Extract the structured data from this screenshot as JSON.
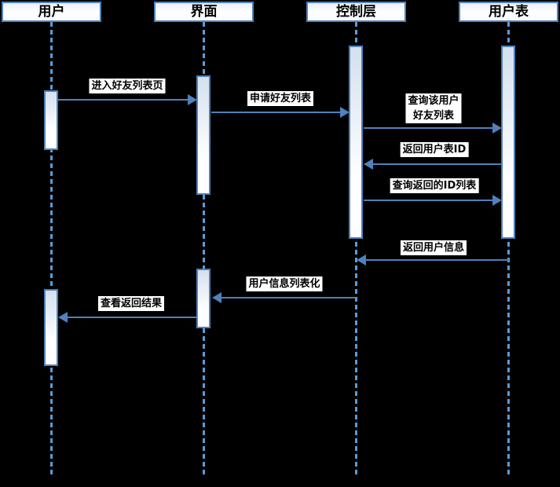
{
  "diagram": {
    "type": "uml-sequence-diagram",
    "background_color": "#000000",
    "colors": {
      "stroke": "#4f81bd",
      "lifeline": "#5b9bd5",
      "activation_fill_top": "#d4e0ef",
      "activation_fill_bottom": "#ffffff",
      "label_background": "#ffffff",
      "text": "#000000"
    },
    "actors": [
      {
        "id": "user",
        "label": "用户"
      },
      {
        "id": "interface",
        "label": "界面"
      },
      {
        "id": "controller",
        "label": "控制层"
      },
      {
        "id": "user-table",
        "label": "用户表"
      }
    ],
    "messages": [
      {
        "label": "进入好友列表页",
        "from": "用户",
        "to": "界面",
        "direction": "right"
      },
      {
        "label": "申请好友列表",
        "from": "界面",
        "to": "控制层",
        "direction": "right"
      },
      {
        "label": "查询该用户\n好友列表",
        "from": "控制层",
        "to": "用户表",
        "direction": "right"
      },
      {
        "label": "返回用户表ID",
        "from": "用户表",
        "to": "控制层",
        "direction": "left"
      },
      {
        "label": "查询返回的ID列表",
        "from": "控制层",
        "to": "用户表",
        "direction": "right"
      },
      {
        "label": "返回用户信息",
        "from": "用户表",
        "to": "控制层",
        "direction": "left"
      },
      {
        "label": "用户信息列表化",
        "from": "控制层",
        "to": "界面",
        "direction": "left"
      },
      {
        "label": "查看返回结果",
        "from": "界面",
        "to": "用户",
        "direction": "left"
      }
    ]
  }
}
